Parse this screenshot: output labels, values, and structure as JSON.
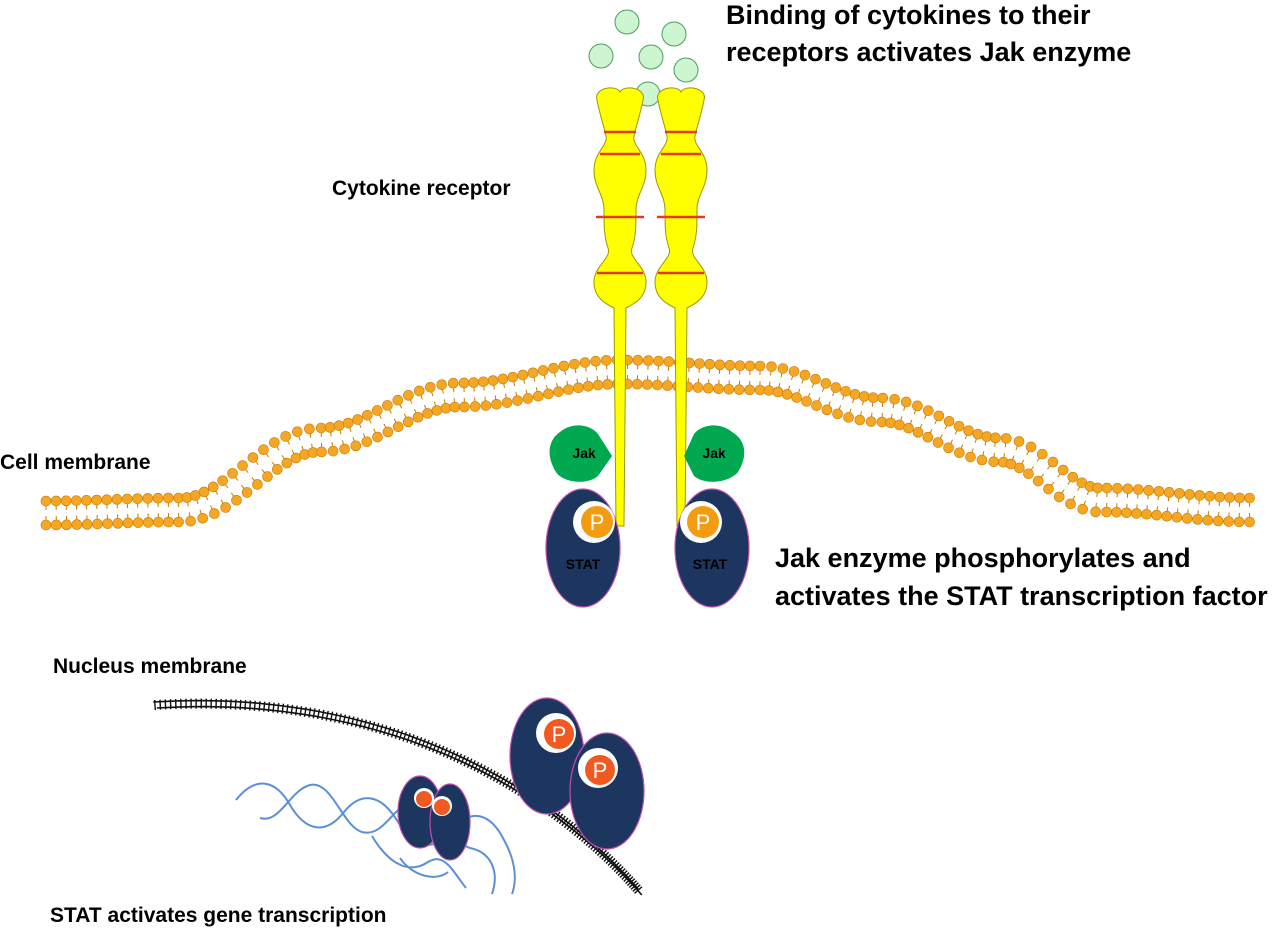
{
  "captions": {
    "binding_line1": "Binding of cytokines to their",
    "binding_line2": "receptors activates Jak enzyme",
    "receptor": "Cytokine receptor",
    "cell_membrane": "Cell membrane",
    "jak_line1": "Jak enzyme phosphorylates and",
    "jak_line2": "activates the STAT transcription factor",
    "nucleus_membrane": "Nucleus membrane",
    "transcription": "STAT activates gene transcription"
  },
  "proteins": {
    "jak_label": "Jak",
    "stat_label": "STAT",
    "phosphate_label": "P"
  },
  "colors": {
    "cytokine_fill": "#ccf5d0",
    "cytokine_stroke": "#4a9e5c",
    "receptor_fill": "#ffff00",
    "receptor_stroke": "#9a9a00",
    "receptor_band": "#e33a20",
    "lipid_head": "#f5a623",
    "lipid_head_stroke": "#c77b00",
    "lipid_tail": "#c77b00",
    "jak_fill": "#00a84f",
    "stat_fill": "#1c3660",
    "stat_stroke": "#c04fb0",
    "phosphate_active": "#f39c12",
    "phosphate_nuclear": "#f05a22",
    "nucleus_membrane": "#111111",
    "dna": "#5b8fd6"
  }
}
